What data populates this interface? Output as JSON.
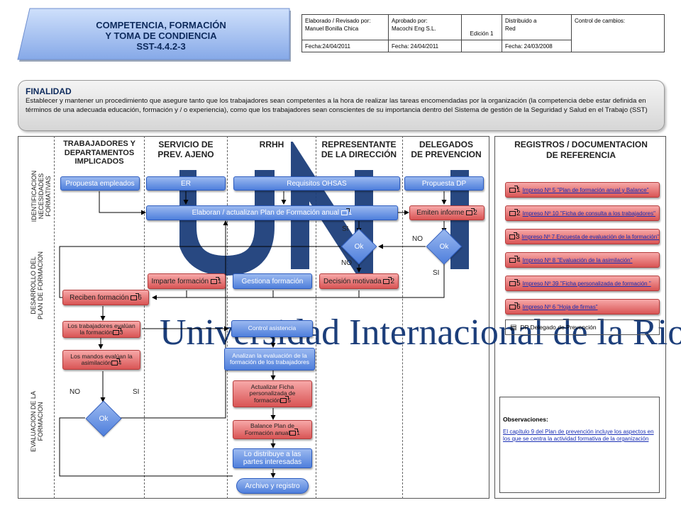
{
  "title": {
    "line1": "COMPETENCIA, FORMACIÓN",
    "line2": "Y TOMA DE CONDIENCIA",
    "line3": "SST-4.4.2-3"
  },
  "header": {
    "elaborado_label": "Elaborado / Revisado por:",
    "elaborado_value": "Manuel Bonilla Chica",
    "aprobado_label": "Aprobado por:",
    "aprobado_value": "Macochi Eng S.L.",
    "edicion": "Edición 1",
    "distribuido_label": "Distribuido a",
    "distribuido_value": "Red",
    "control": "Control de cambios:",
    "fecha1": "Fecha:24/04/2011",
    "fecha2": "Fecha: 24/04/2011",
    "fecha3": "Fecha: 24/03/2008"
  },
  "finalidad": {
    "title": "FINALIDAD",
    "text": "Establecer y mantener un procedimiento que asegure tanto que los trabajadores sean competentes a la hora de realizar las tareas encomendadas por la organización (la competencia debe estar definida en términos de una adecuada educación, formación y / o experiencia), como que los trabajadores sean conscientes de su importancia dentro del Sistema de gestión de la Seguridad y Salud en el Trabajo (SST)"
  },
  "side_labels": {
    "s1": [
      "IDENTIFICACION",
      "NECESIDADES",
      "FORMATIVAS"
    ],
    "s2": [
      "DESARROLLO DEL",
      "PLAN DE FORMACION"
    ],
    "s3": [
      "EVALUACION DE LA",
      "FORMACION"
    ]
  },
  "columns": {
    "c1": [
      "TRABAJADORES Y",
      "DEPARTAMENTOS",
      "IMPLICADOS"
    ],
    "c2": [
      "SERVICIO DE",
      "PREV. AJENO"
    ],
    "c3": [
      "RRHH"
    ],
    "c4": [
      "REPRESENTANTE",
      "DE LA DIRECCIÓN"
    ],
    "c5": [
      "DELEGADOS",
      "DE PREVENCION"
    ]
  },
  "watermark": {
    "text": "Universidad Internacional de la Rioja"
  },
  "boxes": {
    "propuesta_empleados": "Propuesta empleados",
    "er": "ER",
    "requisitos": "Requisitos OHSAS",
    "propuesta_dp": "Propuesta DP",
    "elaboran": "Elaboran / actualizan Plan de Formación anual",
    "emiten": "Emiten informe",
    "ok1": "Ok",
    "ok2": "Ok",
    "imparte": "Imparte formación",
    "gestiona": "Gestiona formación",
    "decision": "Decisión motivada",
    "reciben": "Reciben formación",
    "control_asistencia": "Control asistencia",
    "evaluan": "Los trabajadores evalúan la formación",
    "analizan": "Analizan la evaluación de la formación de los trabajadores",
    "mandos": "Los mandos evalúan la asimilación",
    "actualizar": "Actualizar Ficha personalizada de formación",
    "ok3": "Ok",
    "balance": "Balance Plan de Formación anual",
    "distribuye": "Lo distribuye a las partes interesadas",
    "archivo": "Archivo y registro"
  },
  "refs": {
    "elaboran": "1",
    "emiten": "2",
    "imparte": "1",
    "decision": "2",
    "reciben": "6",
    "evaluan": "3",
    "mandos": "4",
    "actualizar": "5",
    "balance": "1"
  },
  "labels": {
    "si1": "SI",
    "no1": "NO",
    "no2": "NO",
    "si2": "SI",
    "no3": "NO",
    "si3": "SI"
  },
  "registros": {
    "title_line1": "REGISTROS / DOCUMENTACION",
    "title_line2": "DE REFERENCIA",
    "items": [
      {
        "num": "1",
        "text": "Impreso Nº 5 \"Plan de formación anual y Balance\""
      },
      {
        "num": "2",
        "text": "Impreso Nº 10 \"Ficha de consulta a los trabajadores\""
      },
      {
        "num": "3",
        "text": "Impreso Nº 7 Encuesta de evaluación de la formación\""
      },
      {
        "num": "4",
        "text": "Impreso Nº 8 \"Evaluación de la asimilación\""
      },
      {
        "num": "5",
        "text": "Impreso Nº 39 \"Ficha personalizada de formación \""
      },
      {
        "num": "6",
        "text": "Impreso Nº 6 \"Hoja de firmas\""
      }
    ],
    "dp": "DP Delegado de Prevención",
    "obs_title": "Observaciones:",
    "obs_text": "El capítulo 9 del Plan de prevención incluye los aspectos en los que se centra la actividad formativa de la organización"
  },
  "colors": {
    "blue": "#4f7fdc",
    "red": "#d95555",
    "title": "#0d2a5c",
    "watermark": "#1c3e7a"
  }
}
